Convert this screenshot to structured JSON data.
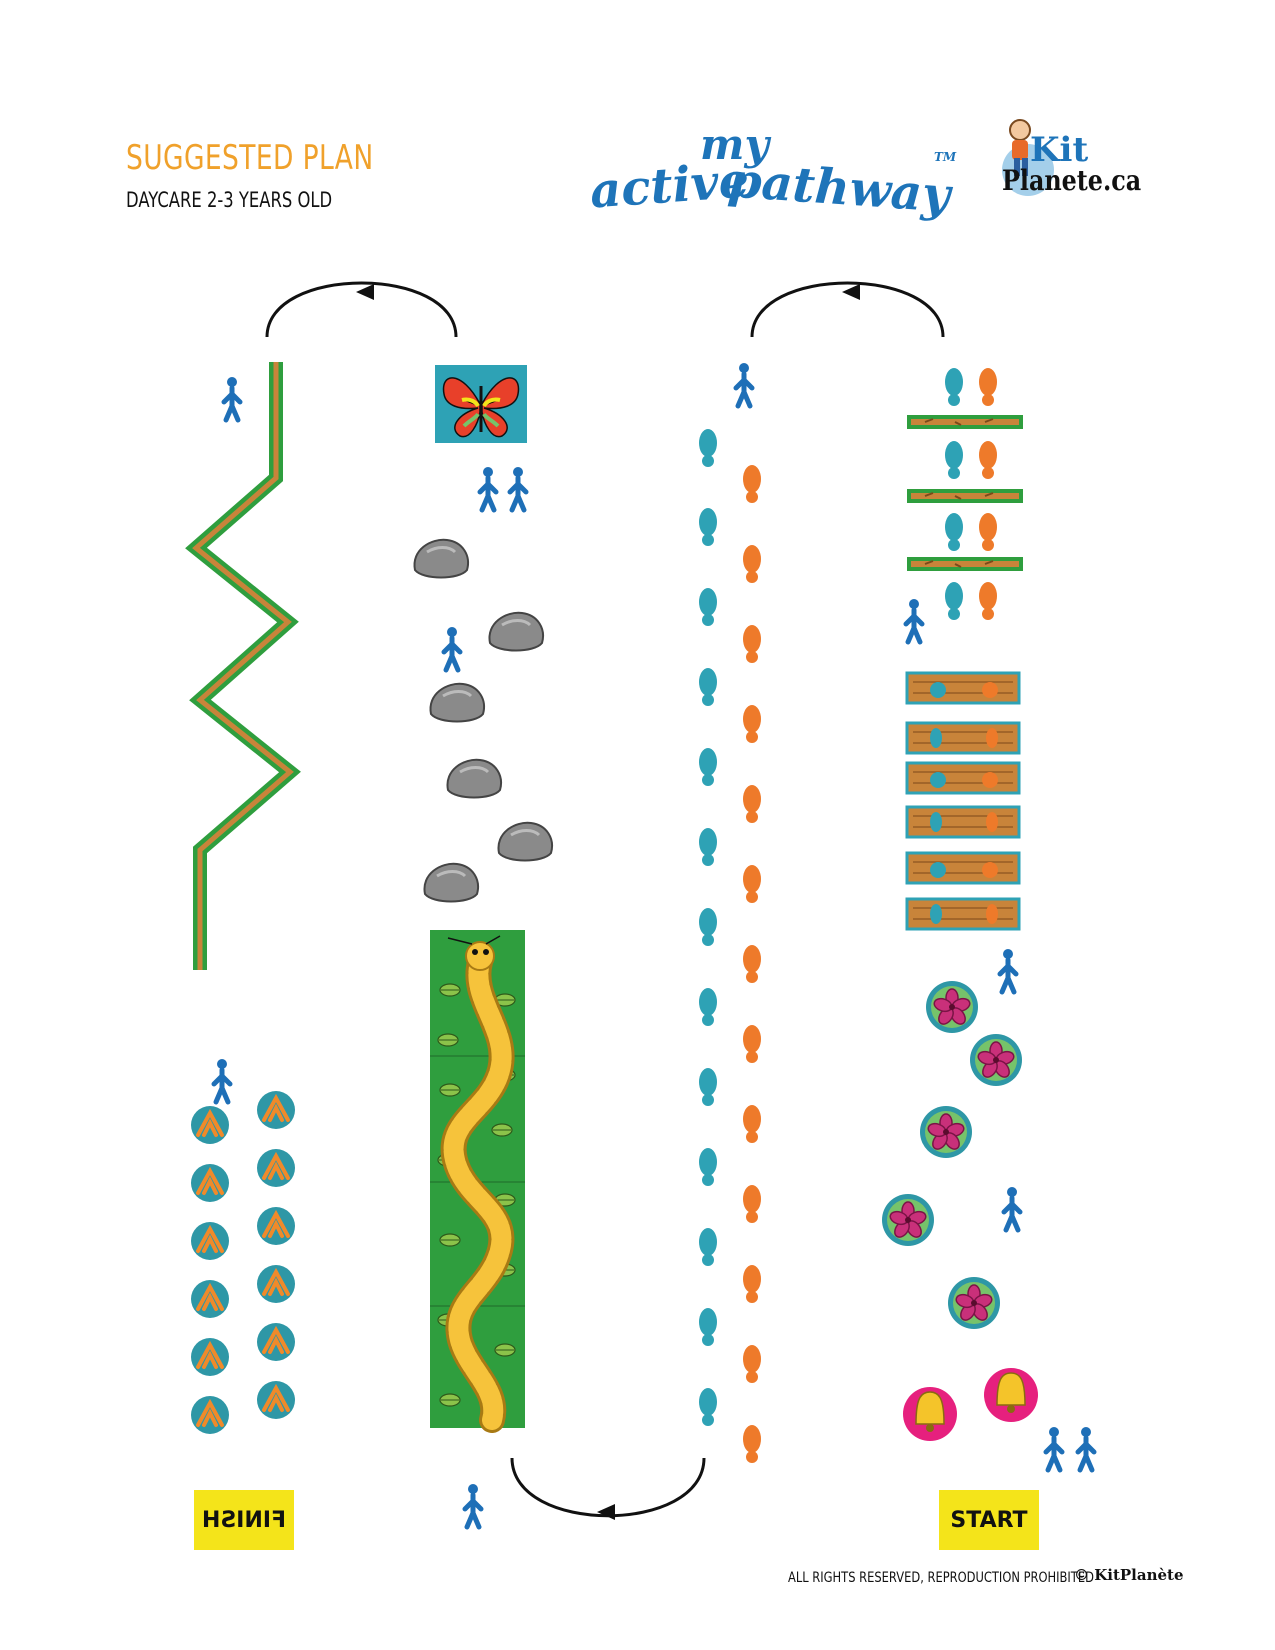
{
  "header": {
    "title": "SUGGESTED PLAN",
    "subtitle": "DAYCARE 2-3 YEARS OLD"
  },
  "brand": {
    "word_my": "my",
    "word_active": "active",
    "word_pathway": "pathway",
    "trademark": "TM"
  },
  "partner_logo": {
    "kit": "Kit",
    "planete": "Planete.ca"
  },
  "signs": {
    "finish": "FINISH",
    "start": "START"
  },
  "footer": {
    "rights": "ALL RIGHTS RESERVED, REPRODUCTION PROHIBITED",
    "copyright": "© KitPlanète"
  },
  "colors": {
    "title_orange": "#F0A12B",
    "brand_blue": "#1E74B9",
    "teal": "#2EA2B5",
    "orange": "#EE7A2A",
    "green": "#2F9E3E",
    "sign_yellow": "#F4E41A"
  },
  "icons": [
    "butterfly-icon",
    "rock-icon",
    "caterpillar-icon",
    "footprint-icon",
    "hand-icon",
    "flower-icon",
    "bell-icon",
    "bird-track-icon",
    "person-icon",
    "log-icon",
    "arrow-icon"
  ]
}
